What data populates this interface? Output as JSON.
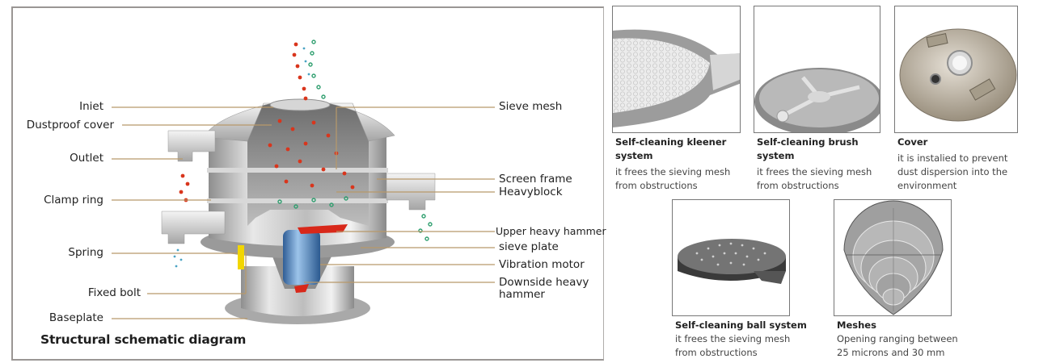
{
  "diagram": {
    "title": "Structural schematic diagram",
    "labels_left": [
      {
        "id": "inlet",
        "text": "Iniet"
      },
      {
        "id": "dustproof-cover",
        "text": "Dustproof cover"
      },
      {
        "id": "outlet",
        "text": "Outlet"
      },
      {
        "id": "clamp-ring",
        "text": "Clamp ring"
      },
      {
        "id": "spring",
        "text": "Spring"
      },
      {
        "id": "fixed-bolt",
        "text": "Fixed bolt"
      },
      {
        "id": "baseplate",
        "text": "Baseplate"
      }
    ],
    "labels_right": [
      {
        "id": "sieve-mesh",
        "text": "Sieve mesh"
      },
      {
        "id": "screen-frame",
        "text": "Screen frame"
      },
      {
        "id": "heavyblock",
        "text": "Heavyblock"
      },
      {
        "id": "upper-heavy-hammer",
        "text": "Upper heavy hammer"
      },
      {
        "id": "sieve-plate",
        "text": "sieve plate"
      },
      {
        "id": "vibration-motor",
        "text": "Vibration motor"
      },
      {
        "id": "downside-heavy-hammer",
        "text": "Downside heavy\nhammer"
      }
    ],
    "colors": {
      "leader_line": "#b8996a",
      "particle_red": "#d9351c",
      "particle_green": "#2e9e6e",
      "particle_blue": "#4aa3c4",
      "motor_blue": "#5f8fc4",
      "hammer_red": "#d8281a",
      "spring_yellow": "#f2d600",
      "steel": "#c9c9c9"
    }
  },
  "components": [
    {
      "title": "Self-cleaning kleener system",
      "title_lines": [
        "Self-cleaning kleener",
        "system"
      ],
      "desc_lines": [
        "it frees the sieving mesh",
        "from obstructions"
      ]
    },
    {
      "title": "Self-cleaning brush system",
      "title_lines": [
        "Self-cleaning brush",
        "system"
      ],
      "desc_lines": [
        "it frees the sieving mesh",
        "from obstructions"
      ]
    },
    {
      "title": "Cover",
      "title_lines": [
        "Cover"
      ],
      "desc_lines": [
        "it is instalied to prevent",
        "dust dispersion into the",
        "environment"
      ]
    },
    {
      "title": "Self-cleaning ball system",
      "title_lines": [
        "Self-cleaning ball system"
      ],
      "desc_lines": [
        "it frees the sieving mesh",
        "from obstructions"
      ]
    },
    {
      "title": "Meshes",
      "title_lines": [
        "Meshes"
      ],
      "desc_lines": [
        "Opening ranging between",
        "25 microns and 30 mm"
      ]
    }
  ]
}
